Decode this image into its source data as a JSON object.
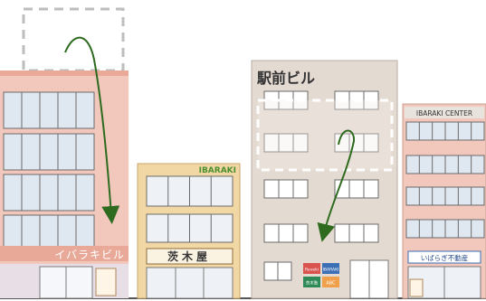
{
  "scene": {
    "buildings": [
      {
        "id": "ibaraki-bldg",
        "sign": "イバラキビル",
        "colors": {
          "facade": "#f2c7bc",
          "trim": "#e9a999",
          "window": "#dfe7f1",
          "window_frame": "#6b6b6b"
        }
      },
      {
        "id": "ibaraki-shop",
        "header": "IBARAKI",
        "sign": "茨木屋",
        "colors": {
          "facade": "#f0d7a4",
          "header": "#4b8f2f",
          "window": "#eef2f6"
        }
      },
      {
        "id": "ekimae-bldg",
        "sign": "駅前ビル",
        "colors": {
          "facade": "#e3dad2",
          "window": "#ffffff"
        },
        "mini_signs": [
          {
            "text": "Reveki",
            "bg": "#d9534f"
          },
          {
            "text": "IBARAKI",
            "bg": "#3b6fb6"
          },
          {
            "text": "茨木塾",
            "bg": "#2e8b57"
          },
          {
            "text": "ABC",
            "bg": "#f0a04b"
          }
        ]
      },
      {
        "id": "ibaraki-center",
        "header": "IBARAKI CENTER",
        "sign": "いばらぎ不動産",
        "colors": {
          "facade": "#f2c7bc",
          "window": "#dfe7f1",
          "header_bg": "#e9e3de"
        }
      }
    ],
    "overlays": {
      "dashed_color": "#bdbdbd",
      "arrow_color": "#2e6b1f"
    }
  }
}
